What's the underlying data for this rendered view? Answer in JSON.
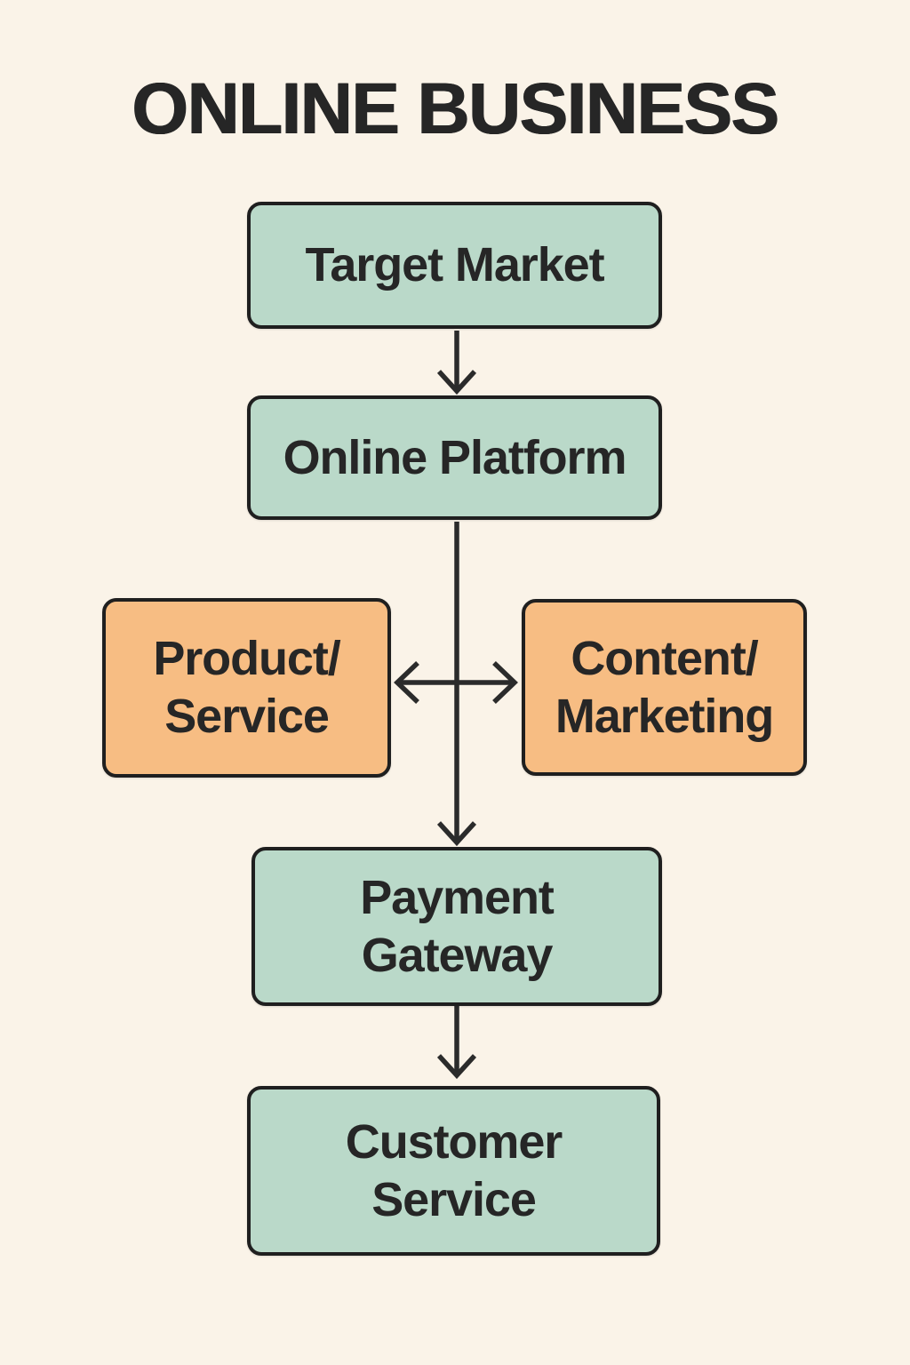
{
  "title": "ONLINE BUSINESS",
  "colors": {
    "background": "#faf3e8",
    "mint": "#bad9c9",
    "orange": "#f7bd83",
    "outline": "#1f1f1f",
    "text": "#262626",
    "arrow": "#2b2b2b"
  },
  "nodes": [
    {
      "id": "target-market",
      "color": "mint",
      "lines": [
        "Target Market"
      ]
    },
    {
      "id": "online-platform",
      "color": "mint",
      "lines": [
        "Online Platform"
      ]
    },
    {
      "id": "product-service",
      "color": "orange",
      "lines": [
        "Product/",
        "Service"
      ]
    },
    {
      "id": "content-marketing",
      "color": "orange",
      "lines": [
        "Content/",
        "Marketing"
      ]
    },
    {
      "id": "payment-gateway",
      "color": "mint",
      "lines": [
        "Payment",
        "Gateway"
      ]
    },
    {
      "id": "customer-service",
      "color": "mint",
      "lines": [
        "Customer",
        "Service"
      ]
    }
  ],
  "connectors": [
    {
      "from": "target-market",
      "to": "online-platform",
      "type": "arrow-down"
    },
    {
      "from": "online-platform",
      "to": "payment-gateway",
      "type": "arrow-down"
    },
    {
      "from": "product-service",
      "to": "content-marketing",
      "type": "arrow-both"
    },
    {
      "from": "payment-gateway",
      "to": "customer-service",
      "type": "arrow-down"
    }
  ]
}
